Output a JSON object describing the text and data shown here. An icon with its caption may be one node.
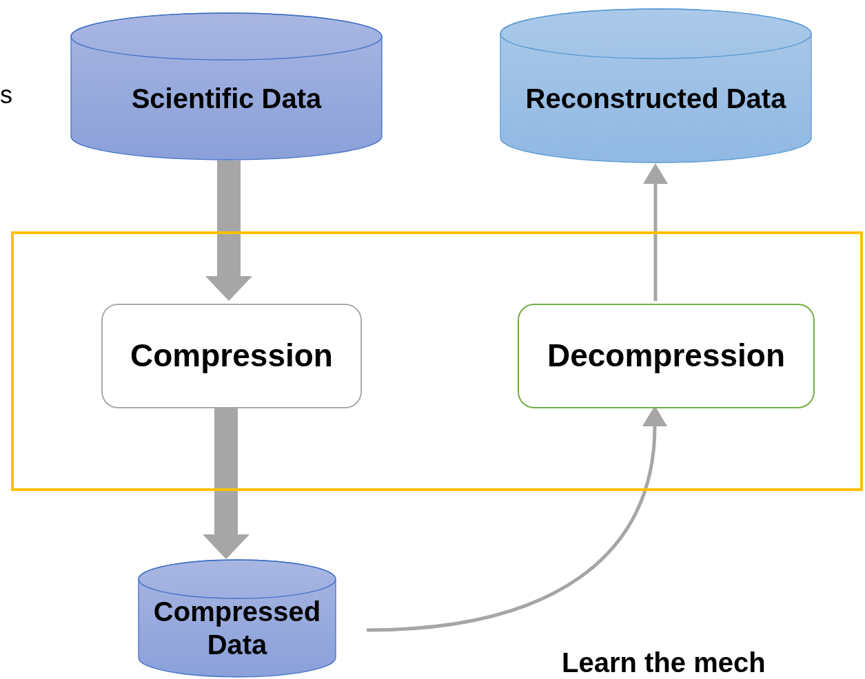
{
  "diagram": {
    "nodes": [
      {
        "text": [
          "Scientific Data"
        ]
      },
      {
        "text": [
          "Reconstructed Data"
        ]
      },
      {
        "text": [],
        "shape": "box"
      },
      {
        "text": [
          "Compression"
        ],
        "in": 2
      },
      {
        "text": [
          "Decompression"
        ],
        "in": 2
      },
      {
        "text": [
          "Compressed Data"
        ]
      }
    ],
    "edges": [
      {
        "from": 0,
        "to": 3,
        "arrow": "to",
        "style": "thick"
      },
      {
        "from": 3,
        "to": 5,
        "arrow": "to",
        "style": "thick"
      },
      {
        "from": 5,
        "to": 4,
        "arrow": "to"
      },
      {
        "from": 4,
        "to": 1,
        "arrow": "to"
      }
    ],
    "labels": [
      "s",
      "Learn the mech"
    ]
  }
}
